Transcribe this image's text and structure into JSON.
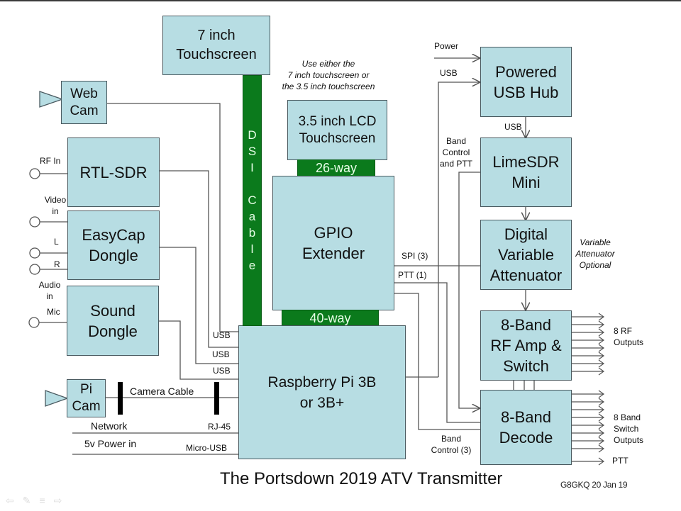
{
  "title": "The Portsdown 2019 ATV Transmitter",
  "credit": "G8GKQ 20 Jan 19",
  "colors": {
    "box_fill": "#b7dde3",
    "connector_fill": "#0b7a1c",
    "line": "#555555"
  },
  "blocks": {
    "touch7": "7 inch\nTouchscreen",
    "webcam": "Web\nCam",
    "rtlsdr": "RTL-SDR",
    "easycap": "EasyCap\nDongle",
    "sound": "Sound\nDongle",
    "picam": "Pi\nCam",
    "lcd35": "3.5 inch LCD\nTouchscreen",
    "gpio": "GPIO\nExtender",
    "pi": "Raspberry Pi 3B\nor 3B+",
    "usbhub": "Powered\nUSB Hub",
    "limesdr": "LimeSDR\nMini",
    "attenuator": "Digital\nVariable\nAttenuator",
    "rfamp": "8-Band\nRF Amp &\nSwitch",
    "decode": "8-Band\nDecode"
  },
  "connectors": {
    "way26": "26-way",
    "way40": "40-way",
    "dsi_letters": [
      "D",
      "S",
      "I",
      "",
      "C",
      "a",
      "b",
      "l",
      "e"
    ]
  },
  "labels": {
    "note": "Use either the\n7 inch touchscreen or\nthe 3.5 inch touchscreen",
    "rf_in": "RF In",
    "video_in": "Video\nin",
    "l": "L",
    "r": "R",
    "audio_in": "Audio\nin",
    "mic": "Mic",
    "usb1": "USB",
    "usb2": "USB",
    "usb3": "USB",
    "camera_cable": "Camera Cable",
    "rj45": "RJ-45",
    "network": "Network",
    "power_in": "5v Power in",
    "micro_usb": "Micro-USB",
    "power": "Power",
    "usb_hub_in": "USB",
    "usb_hub_lime": "USB",
    "band_control_ptt": "Band\nControl\nand PTT",
    "spi": "SPI (3)",
    "ptt1": "PTT (1)",
    "band_control3": "Band\nControl (3)",
    "atten_optional": "Variable\nAttenuator\nOptional",
    "rf_outputs": "8 RF\nOutputs",
    "band_switch_outputs": "8 Band\nSwitch\nOutputs",
    "ptt_out": "PTT"
  },
  "nav": {
    "prev": "⇦",
    "pen": "✎",
    "menu": "≡",
    "next": "⇨"
  }
}
